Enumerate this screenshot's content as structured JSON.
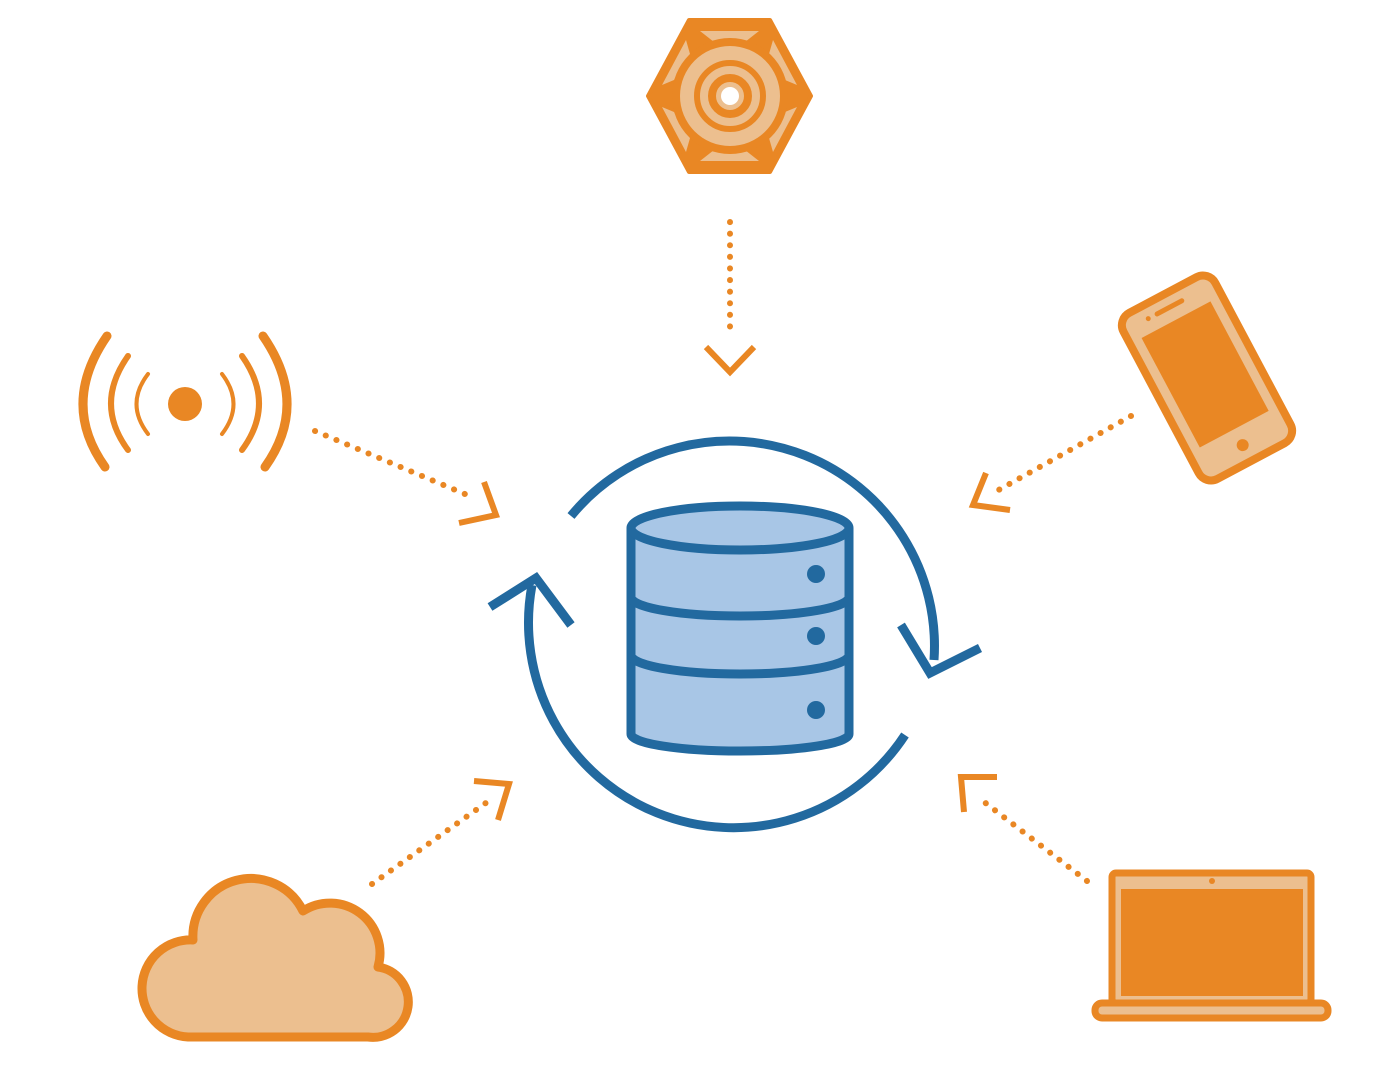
{
  "colors": {
    "orange": "#E98724",
    "orange_light": "#ECBF8F",
    "blue": "#22699F",
    "blue_light": "#A8C6E6",
    "background": "#FFFFFF"
  },
  "hub": {
    "icon": "database-icon",
    "sync_icon": "sync-arrows-icon"
  },
  "sources": [
    {
      "id": "sensor",
      "icon": "hexagon-sensor-icon"
    },
    {
      "id": "broadcast",
      "icon": "wireless-signal-icon"
    },
    {
      "id": "mobile",
      "icon": "smartphone-icon"
    },
    {
      "id": "cloud",
      "icon": "cloud-icon"
    },
    {
      "id": "laptop",
      "icon": "laptop-icon"
    }
  ],
  "connectors": [
    {
      "from": "sensor",
      "to": "hub",
      "style": "dotted-arrow"
    },
    {
      "from": "broadcast",
      "to": "hub",
      "style": "dotted-arrow"
    },
    {
      "from": "mobile",
      "to": "hub",
      "style": "dotted-arrow"
    },
    {
      "from": "cloud",
      "to": "hub",
      "style": "dotted-arrow"
    },
    {
      "from": "laptop",
      "to": "hub",
      "style": "dotted-arrow"
    }
  ]
}
